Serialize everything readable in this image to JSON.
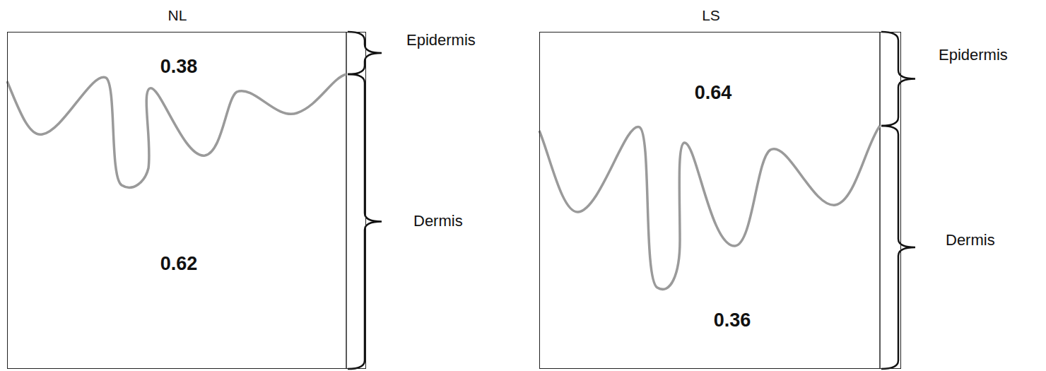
{
  "diagram": {
    "nodes": [
      {
        "text": [
          "NL",
          "0.38",
          "0.62"
        ]
      },
      {
        "text": [
          "LS",
          "0.64",
          "0.36"
        ]
      }
    ],
    "labels": [
      "Epidermis",
      "Dermis",
      "Epidermis",
      "Dermis"
    ]
  }
}
